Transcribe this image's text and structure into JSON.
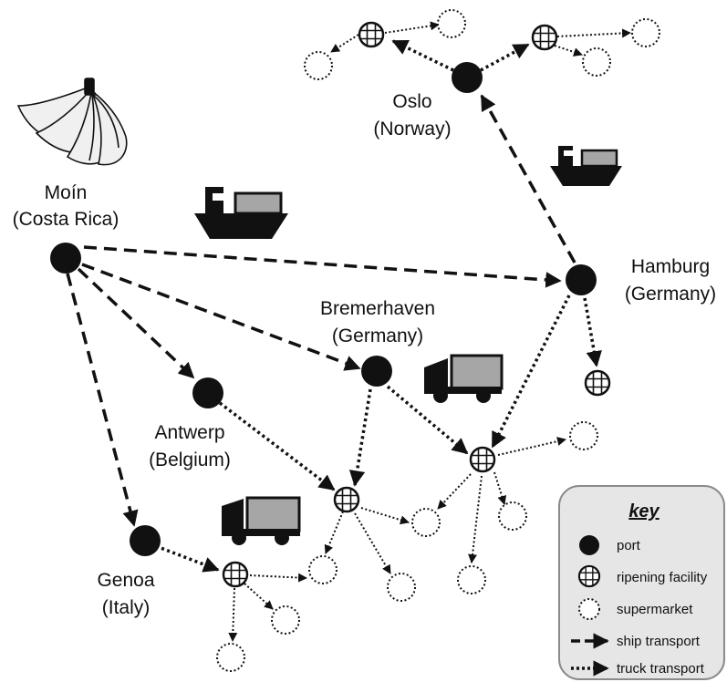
{
  "ports": {
    "moin": {
      "name": "Moín",
      "country": "(Costa Rica)"
    },
    "oslo": {
      "name": "Oslo",
      "country": "(Norway)"
    },
    "hamburg": {
      "name": "Hamburg",
      "country": "(Germany)"
    },
    "bremerhaven": {
      "name": "Bremerhaven",
      "country": "(Germany)"
    },
    "antwerp": {
      "name": "Antwerp",
      "country": "(Belgium)"
    },
    "genoa": {
      "name": "Genoa",
      "country": "(Italy)"
    }
  },
  "key": {
    "title": "key",
    "items": {
      "port": "port",
      "ripening": "ripening facility",
      "supermarket": "supermarket",
      "ship": "ship transport",
      "truck": "truck transport"
    }
  },
  "colors": {
    "ink": "#111111",
    "ripening_fill": "#ffffff",
    "truck_cargo": "#a6a6a6",
    "ship_cargo": "#a6a6a6",
    "key_bg": "#e6e6e6",
    "banana": "#f0f0f0"
  },
  "icons": [
    "banana-icon",
    "cargo-ship-icon",
    "truck-icon"
  ]
}
